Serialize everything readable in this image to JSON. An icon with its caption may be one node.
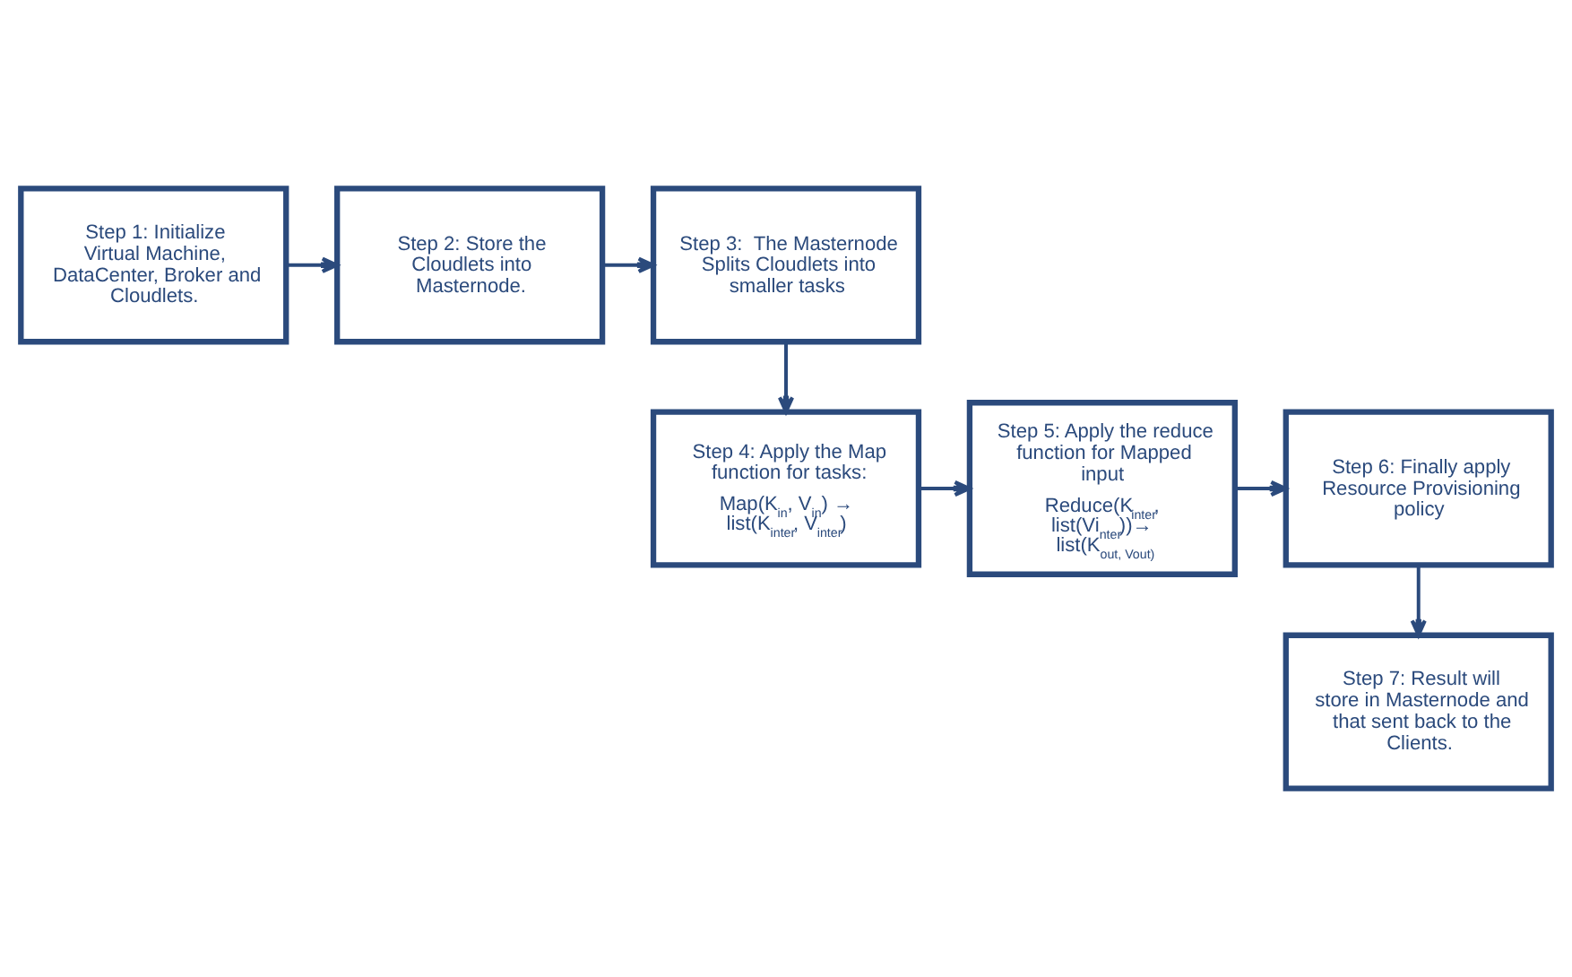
{
  "diagram": {
    "nodes": [
      {
        "text": [
          "Step 1: Initialize Virtual Machine, DataCenter, Broker and Cloudlets."
        ]
      },
      {
        "text": [
          "Step 2: Store the Cloudlets into Masternode."
        ]
      },
      {
        "text": [
          "Step 3:  The Masternode Splits Cloudlets into smaller tasks"
        ]
      },
      {
        "text": [
          "Step 4: Apply the Map function for tasks:",
          "Map(K$_{in}$, V$_{in}$) → list(K$_{inter}$, V$_{inter}$)"
        ]
      },
      {
        "text": [
          "Step 5: Apply the reduce function for Mapped input",
          "Reduce(K$_{inter}$, list(Vi$_{nter}$))→ list(K$_{out, Vout)}$"
        ]
      },
      {
        "text": [
          "Step 6: Finally apply Resource Provisioning policy"
        ]
      },
      {
        "text": [
          "Step 7: Result will store in Masternode and that sent back to the Clients."
        ]
      }
    ],
    "edges": [
      {
        "from": 0,
        "to": 1,
        "arrow": "to"
      },
      {
        "from": 1,
        "to": 2,
        "arrow": "to"
      },
      {
        "from": 2,
        "to": 3,
        "arrow": "to"
      },
      {
        "from": 3,
        "to": 4,
        "arrow": "to"
      },
      {
        "from": 4,
        "to": 5,
        "arrow": "to"
      },
      {
        "from": 5,
        "to": 6,
        "arrow": "to"
      }
    ]
  }
}
